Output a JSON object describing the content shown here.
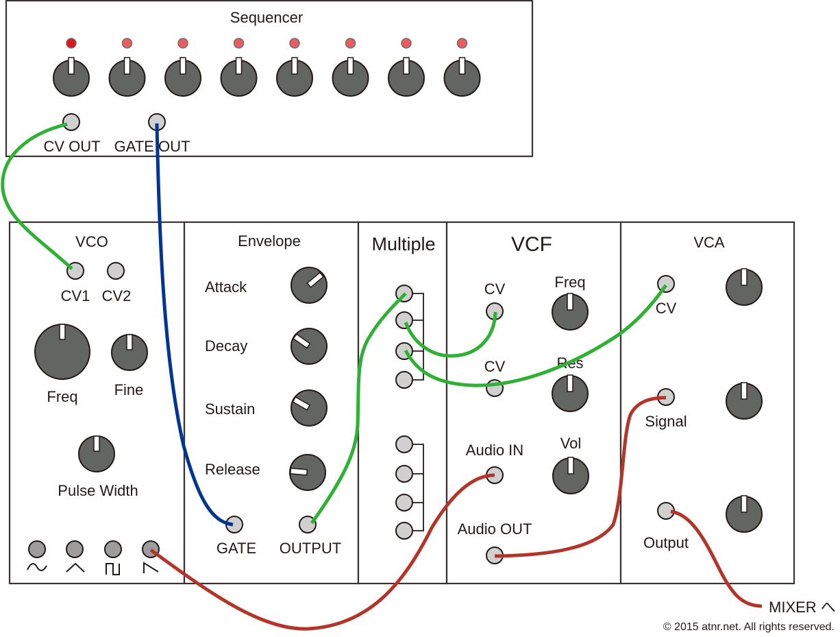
{
  "colors": {
    "cable_green": "#2eb135",
    "cable_blue": "#003594",
    "cable_red": "#b5342a",
    "led_active": "#e8131c",
    "led_inactive": "#ea5d5f",
    "knob": "#636563",
    "jack": "#d0d0d0"
  },
  "sequencer": {
    "title": "Sequencer",
    "steps": 8,
    "active_step": 1,
    "cv_out_label": "CV OUT",
    "gate_out_label": "GATE OUT"
  },
  "vco": {
    "title": "VCO",
    "cv1_label": "CV1",
    "cv2_label": "CV2",
    "freq_label": "Freq",
    "fine_label": "Fine",
    "pulse_width_label": "Pulse Width",
    "waveforms": [
      "sine-wave-icon",
      "triangle-wave-icon",
      "square-wave-icon",
      "sawtooth-wave-icon"
    ]
  },
  "envelope": {
    "title": "Envelope",
    "attack_label": "Attack",
    "decay_label": "Decay",
    "sustain_label": "Sustain",
    "release_label": "Release",
    "gate_label": "GATE",
    "output_label": "OUTPUT"
  },
  "multiple": {
    "title": "Multiple"
  },
  "vcf": {
    "title": "VCF",
    "cv1_label": "CV",
    "cv2_label": "CV",
    "freq_label": "Freq",
    "res_label": "Res",
    "vol_label": "Vol",
    "audio_in_label": "Audio IN",
    "audio_out_label": "Audio OUT"
  },
  "vca": {
    "title": "VCA",
    "cv_label": "CV",
    "signal_label": "Signal",
    "output_label": "Output"
  },
  "mixer_label": "MIXER へ",
  "copyright": "© 2015 atnr.net. All rights reserved."
}
